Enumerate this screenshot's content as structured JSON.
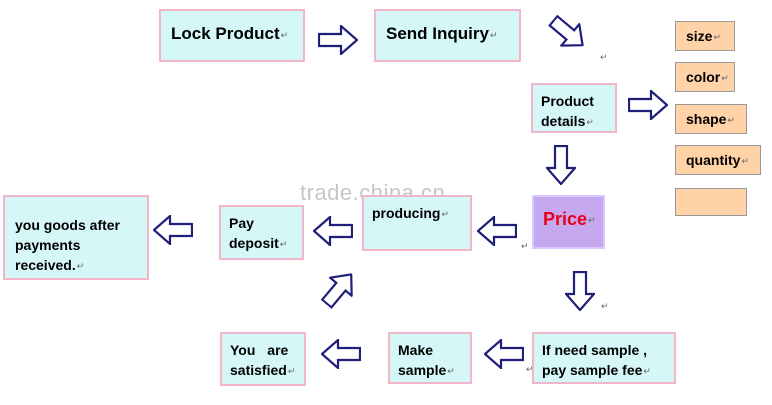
{
  "watermark": "trade.china.cn",
  "mark": "↵",
  "steps": {
    "lock_product": "Lock Product",
    "send_inquiry": "Send Inquiry",
    "product_details": "Product details",
    "price": "Price",
    "producing": "producing",
    "pay_deposit": "Pay deposit",
    "ship_goods": "you goods after payments received.",
    "need_sample": "If need sample , pay sample fee",
    "make_sample": "Make sample",
    "satisfied": "You are satisfied"
  },
  "attributes": [
    "size",
    "color",
    "shape",
    "quantity",
    ""
  ],
  "colors": {
    "box_fill": "#d6f7f7",
    "box_border": "#f2b6c8",
    "price_fill": "#c6a8ee",
    "price_text": "#e8001c",
    "attribute_fill": "#ffd2a8",
    "arrow_stroke": "#1f1f7a"
  }
}
